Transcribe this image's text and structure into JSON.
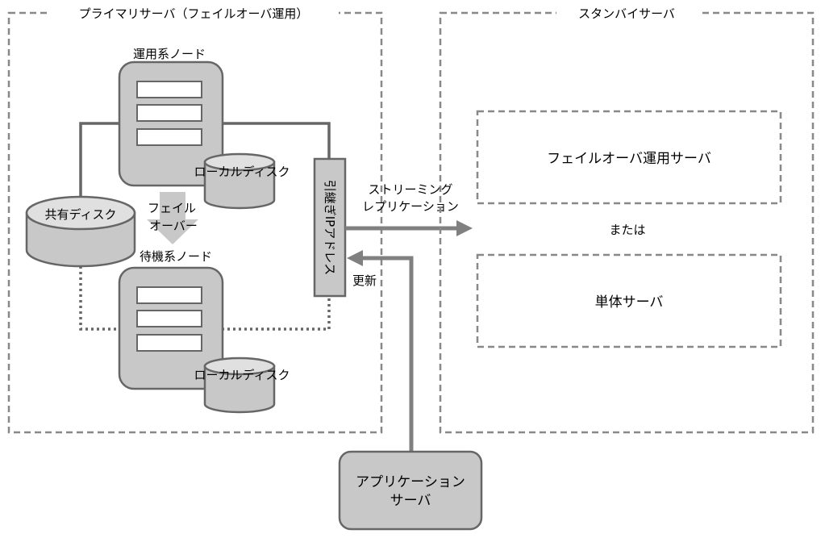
{
  "primary": {
    "title": "プライマリサーバ（フェイルオーバ運用）",
    "active_node_label": "運用系ノード",
    "standby_node_label": "待機系ノード",
    "local_disk_1": "ローカルディスク",
    "local_disk_2": "ローカルディスク",
    "shared_disk": "共有ディスク",
    "failover_line1": "フェイル",
    "failover_line2": "オーバー",
    "takeover_ip": "引継ぎIPアドレス"
  },
  "replication": {
    "line1": "ストリーミング",
    "line2": "レプリケーション"
  },
  "update_label": "更新",
  "standby": {
    "title": "スタンバイサーバ",
    "option1": "フェイルオーバ運用サーバ",
    "or": "または",
    "option2": "単体サーバ"
  },
  "app_server": {
    "line1": "アプリケーション",
    "line2": "サーバ"
  },
  "colors": {
    "box_fill": "#c8c8c8",
    "border": "#666666",
    "dashed": "#888888",
    "arrow": "#808080"
  }
}
